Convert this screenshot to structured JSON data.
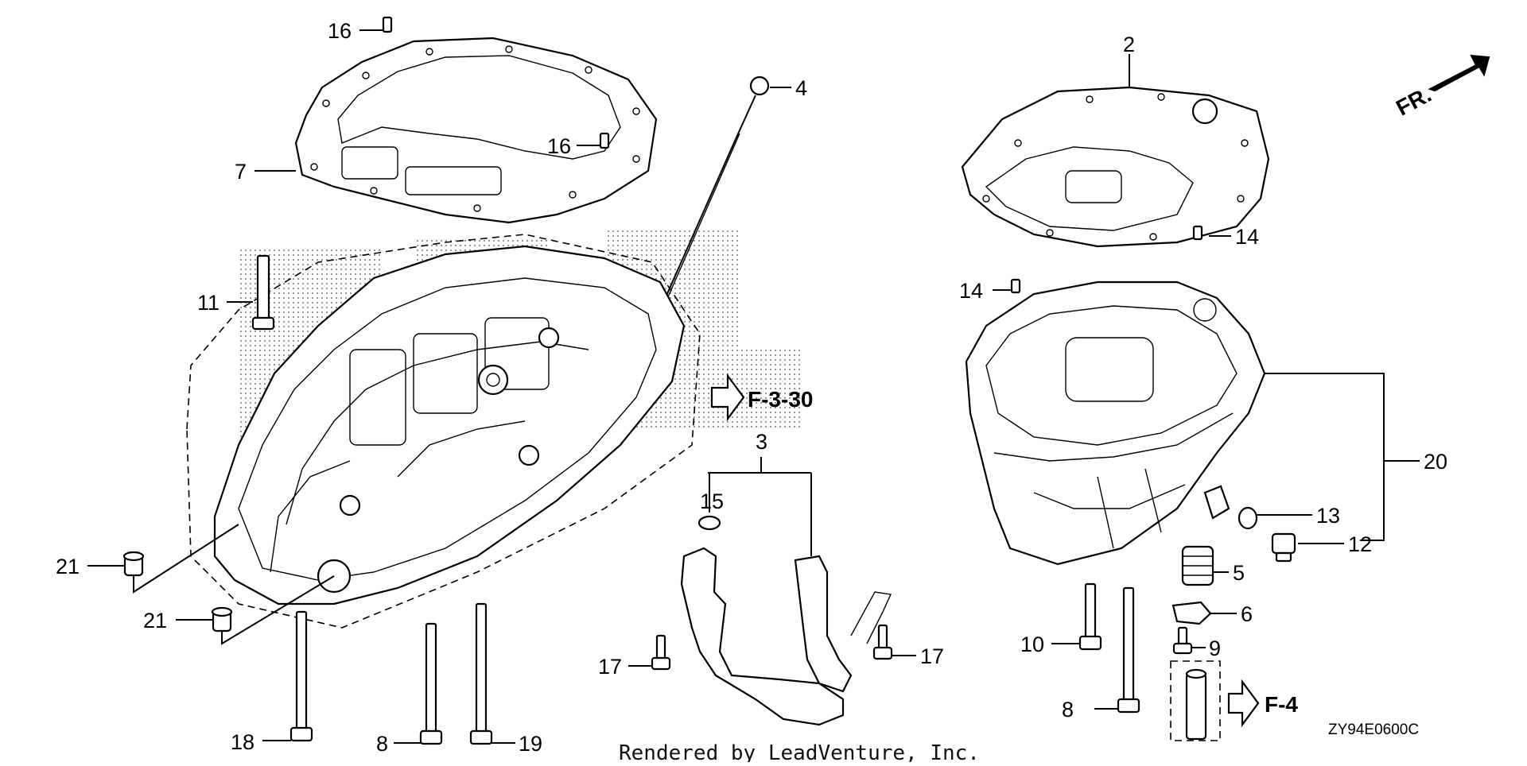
{
  "diagram": {
    "callouts": {
      "c16a": "16",
      "c16b": "16",
      "c4": "4",
      "c7": "7",
      "c11": "11",
      "c21a": "21",
      "c21b": "21",
      "c18": "18",
      "c8a": "8",
      "c19": "19",
      "c3": "3",
      "c15": "15",
      "c17a": "17",
      "c17b": "17",
      "c2": "2",
      "c14a": "14",
      "c14b": "14",
      "c20": "20",
      "c13": "13",
      "c12": "12",
      "c5": "5",
      "c6": "6",
      "c9": "9",
      "c10": "10",
      "c8b": "8"
    },
    "refs": {
      "f330": "F-3-30",
      "f4": "F-4"
    },
    "front_label": "FR.",
    "diagram_code": "ZY94E0600C",
    "credit": "Rendered by LeadVenture, Inc."
  }
}
